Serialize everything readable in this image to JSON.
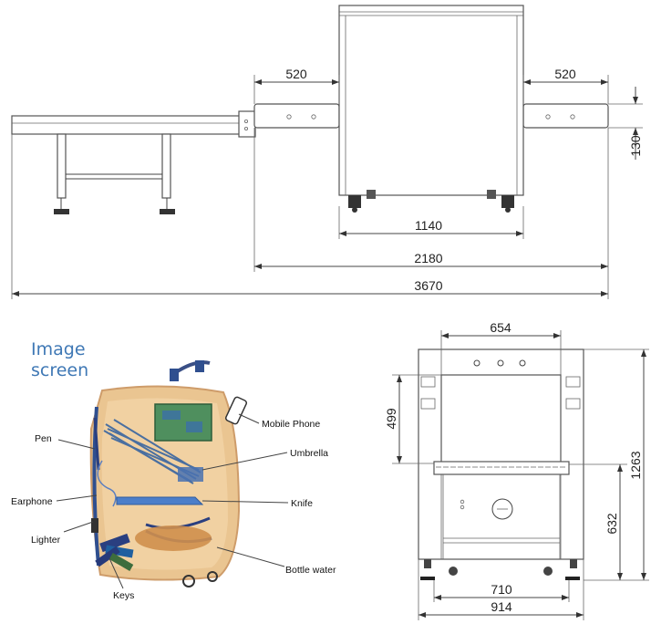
{
  "side_view": {
    "dim_left_extension": "520",
    "dim_right_extension": "520",
    "dim_height_offset": "130",
    "dim_machine_length": "1140",
    "dim_body_with_extensions": "2180",
    "dim_total_length": "3670"
  },
  "front_view": {
    "dim_tunnel_width": "654",
    "dim_tunnel_height": "499",
    "dim_total_height": "1263",
    "dim_belt_height": "632",
    "dim_inner_width": "710",
    "dim_overall_width": "914"
  },
  "xray": {
    "title_line1": "Image",
    "title_line2": "screen",
    "labels": {
      "pen": "Pen",
      "earphone": "Earphone",
      "lighter": "Lighter",
      "keys": "Keys",
      "mobile_phone": "Mobile Phone",
      "umbrella": "Umbrella",
      "knife": "Knife",
      "bottle_water": "Bottle water"
    }
  }
}
